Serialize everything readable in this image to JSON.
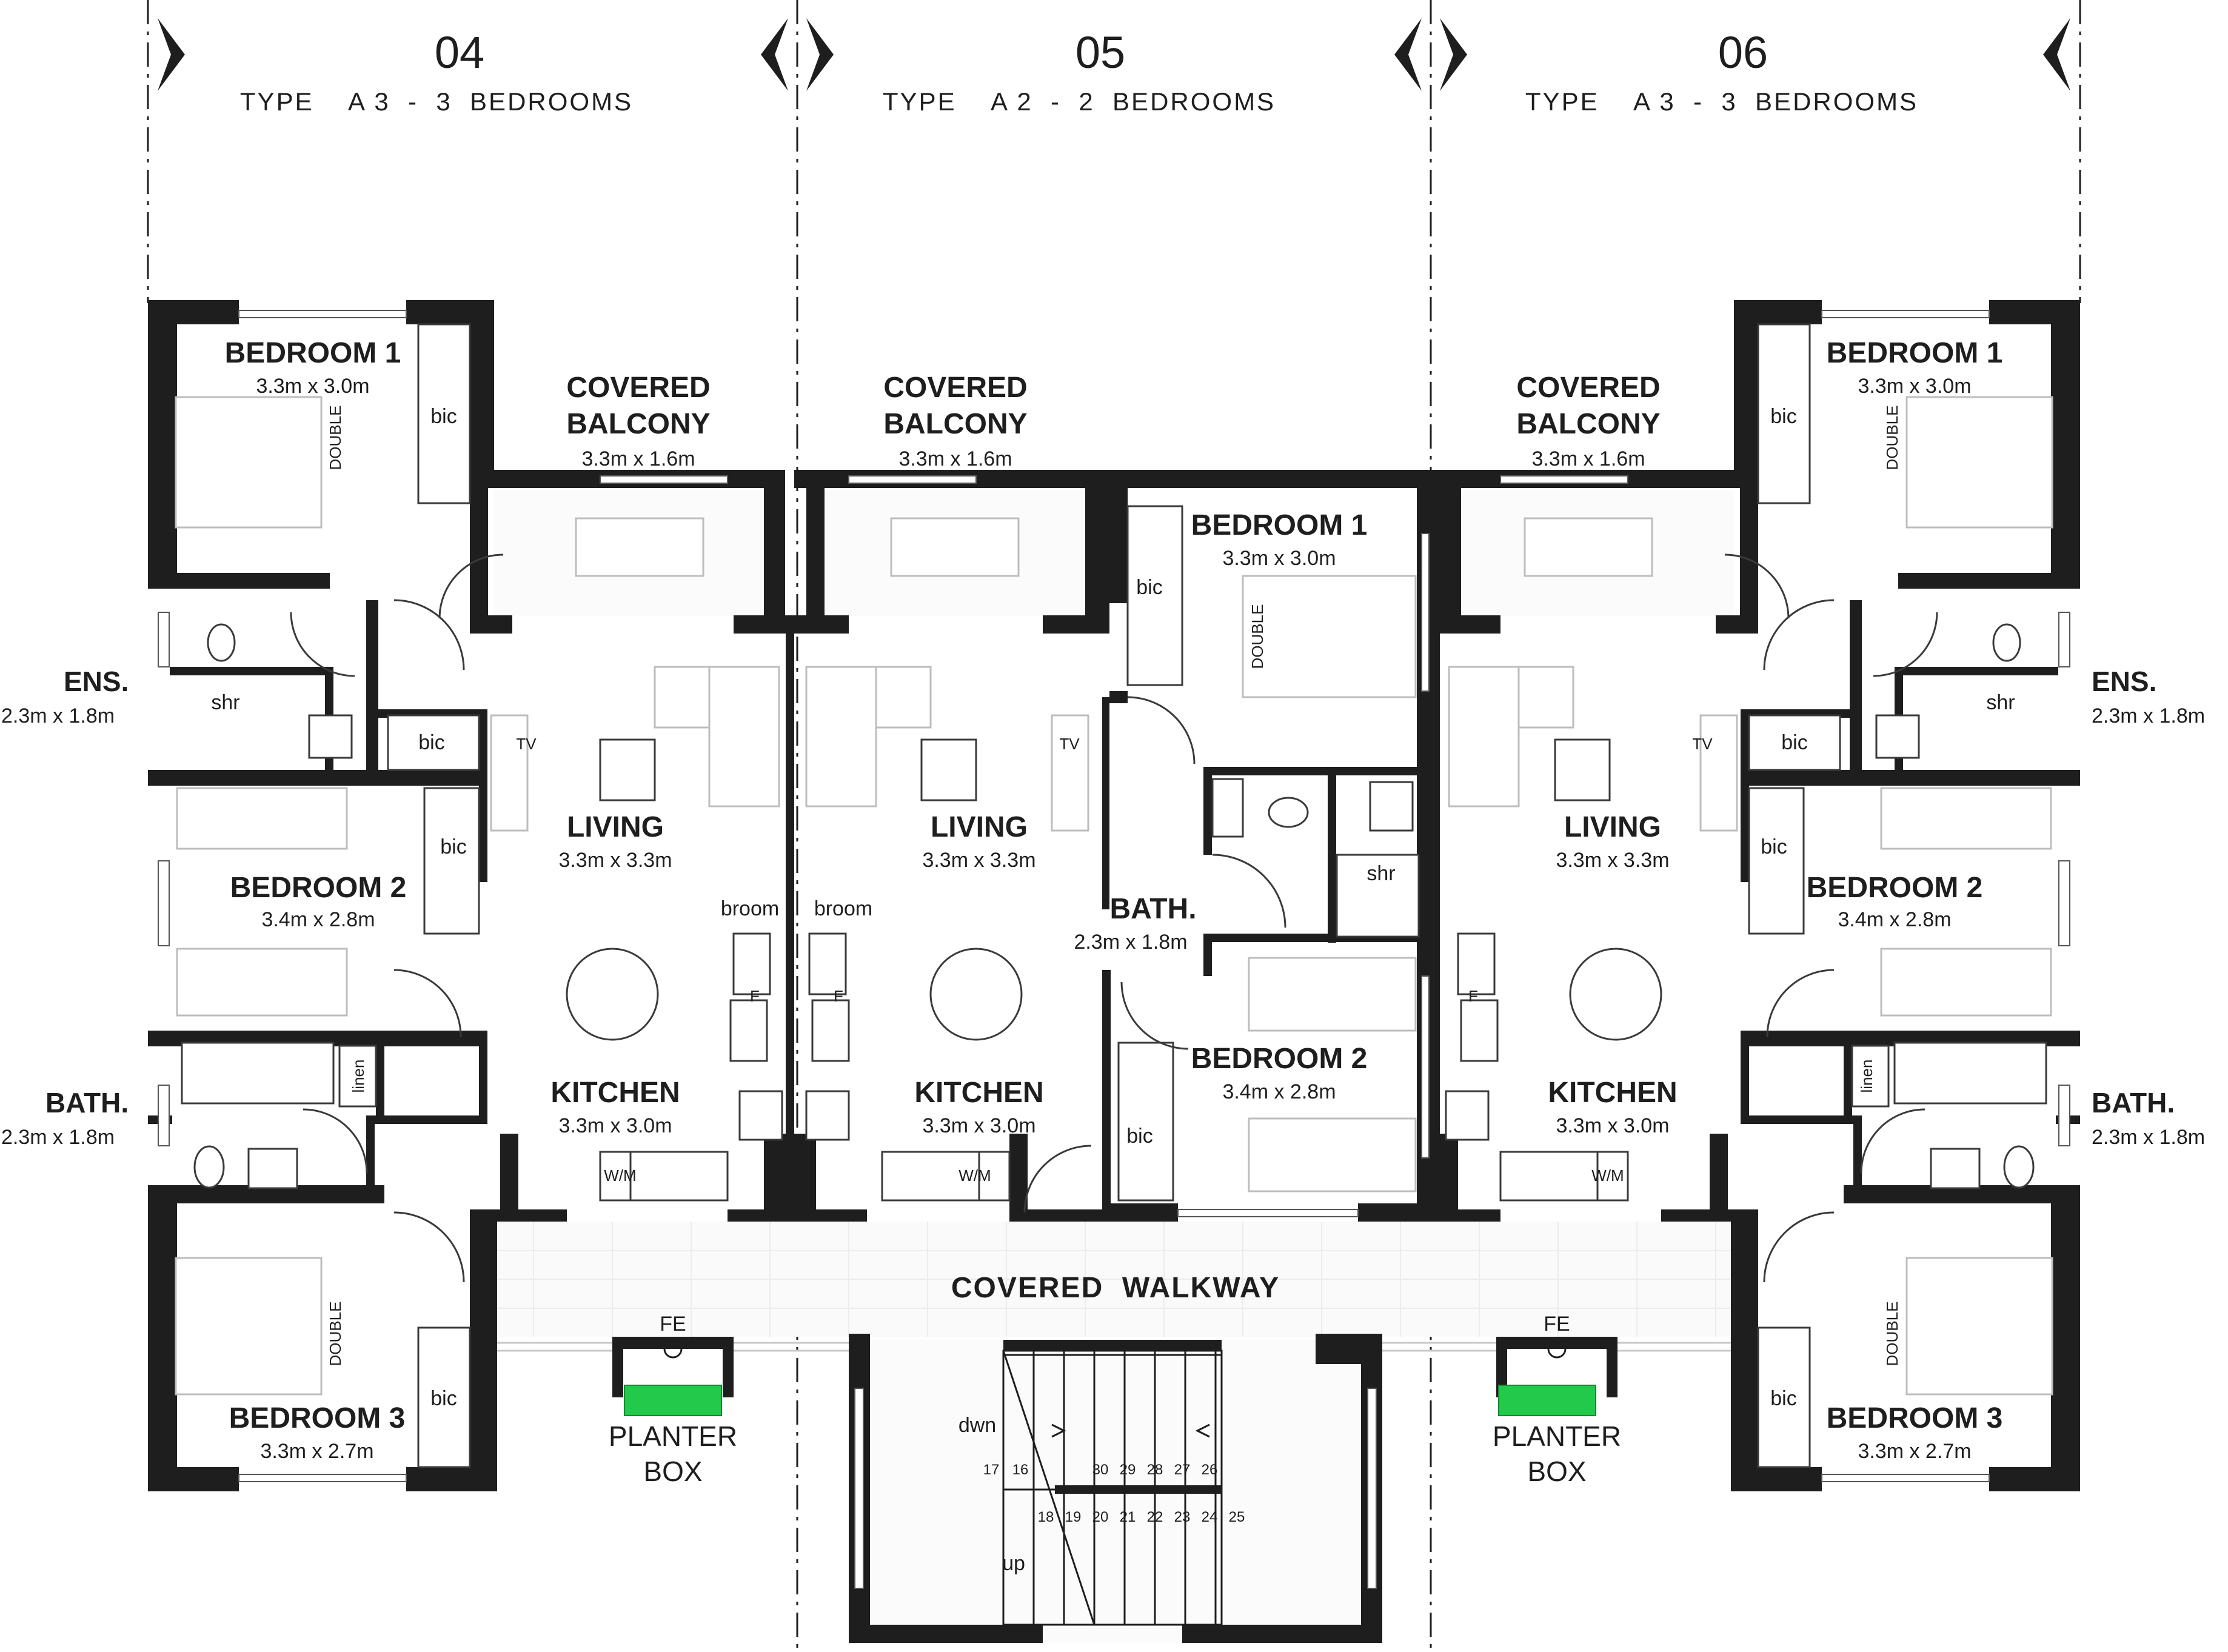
{
  "units": [
    {
      "number": "04",
      "type": "TYPE    A 3  -  3  BEDROOMS"
    },
    {
      "number": "05",
      "type": "TYPE    A 2  -  2  BEDROOMS"
    },
    {
      "number": "06",
      "type": "TYPE    A 3  -  3  BEDROOMS"
    }
  ],
  "rooms": {
    "u4_bed1": {
      "name": "BEDROOM 1",
      "dim": "3.3m x 3.0m"
    },
    "u4_bal": {
      "name1": "COVERED",
      "name2": "BALCONY",
      "dim": "3.3m x 1.6m"
    },
    "u4_living": {
      "name": "LIVING",
      "dim": "3.3m x 3.3m"
    },
    "u4_kitchen": {
      "name": "KITCHEN",
      "dim": "3.3m x 3.0m"
    },
    "u4_bed2": {
      "name": "BEDROOM 2",
      "dim": "3.4m x 2.8m"
    },
    "u4_bed3": {
      "name": "BEDROOM 3",
      "dim": "3.3m x 2.7m"
    },
    "u4_ens": {
      "name": "ENS.",
      "dim": "2.3m x 1.8m"
    },
    "u4_bath": {
      "name": "BATH.",
      "dim": "2.3m x 1.8m"
    },
    "u5_bal": {
      "name1": "COVERED",
      "name2": "BALCONY",
      "dim": "3.3m x 1.6m"
    },
    "u5_living": {
      "name": "LIVING",
      "dim": "3.3m x 3.3m"
    },
    "u5_kitchen": {
      "name": "KITCHEN",
      "dim": "3.3m x 3.0m"
    },
    "u5_bed1": {
      "name": "BEDROOM 1",
      "dim": "3.3m x 3.0m"
    },
    "u5_bed2": {
      "name": "BEDROOM 2",
      "dim": "3.4m x 2.8m"
    },
    "u5_bath": {
      "name": "BATH.",
      "dim": "2.3m x 1.8m"
    },
    "u6_bed1": {
      "name": "BEDROOM 1",
      "dim": "3.3m x 3.0m"
    },
    "u6_bal": {
      "name1": "COVERED",
      "name2": "BALCONY",
      "dim": "3.3m x 1.6m"
    },
    "u6_living": {
      "name": "LIVING",
      "dim": "3.3m x 3.3m"
    },
    "u6_kitchen": {
      "name": "KITCHEN",
      "dim": "3.3m x 3.0m"
    },
    "u6_bed2": {
      "name": "BEDROOM 2",
      "dim": "3.4m x 2.8m"
    },
    "u6_bed3": {
      "name": "BEDROOM 3",
      "dim": "3.3m x 2.7m"
    },
    "u6_ens": {
      "name": "ENS.",
      "dim": "2.3m x 1.8m"
    },
    "u6_bath": {
      "name": "BATH.",
      "dim": "2.3m x 1.8m"
    },
    "walkway": {
      "name": "COVERED  WALKWAY"
    }
  },
  "fixtures": {
    "bic": "bic",
    "tv": "TV",
    "double": "DOUBLE",
    "shr": "shr",
    "linen": "linen",
    "wm": "W/M",
    "broom": "broom",
    "fridge": "F",
    "fe": "FE",
    "planter1": "PLANTER",
    "planter2": "BOX"
  },
  "stairs": {
    "dwn": "dwn",
    "up": "up",
    "upper": [
      "17",
      "16",
      "30",
      "29",
      "28",
      "27",
      "26"
    ],
    "lower": [
      "18",
      "19",
      "20",
      "21",
      "22",
      "23",
      "24",
      "25"
    ]
  }
}
